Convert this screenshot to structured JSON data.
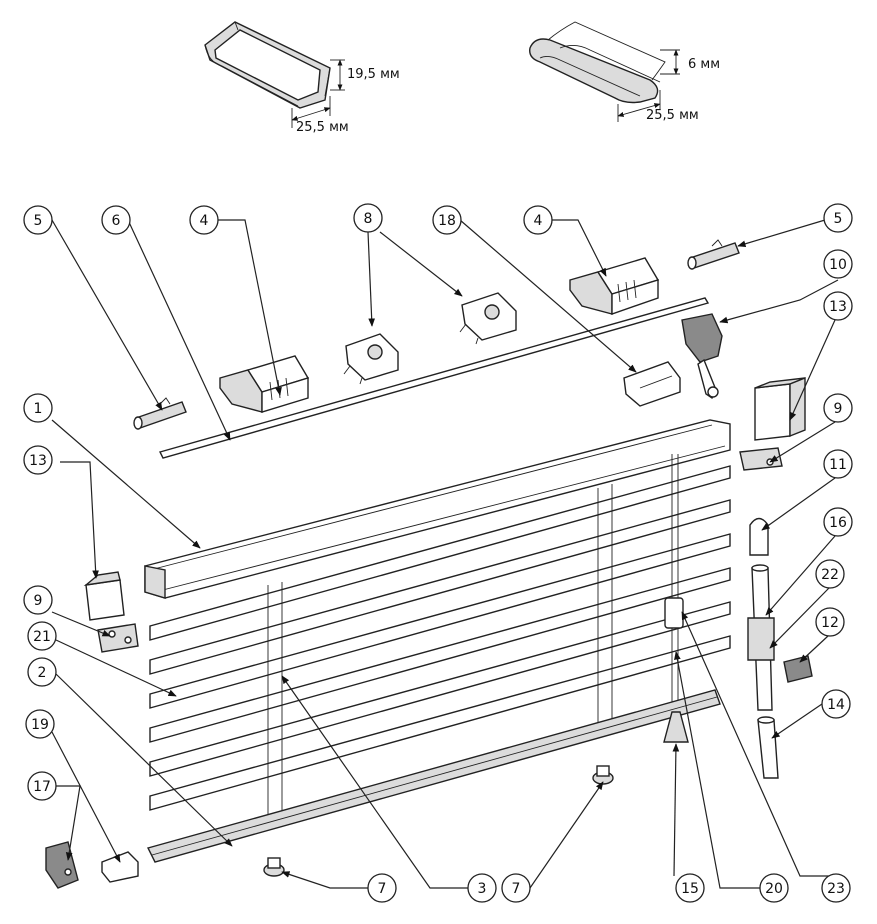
{
  "dimensions": {
    "profile_a_height": "19,5 мм",
    "profile_a_width": "25,5 мм",
    "profile_b_height": "6 мм",
    "profile_b_width": "25,5 мм"
  },
  "callouts": [
    {
      "id": "c1",
      "label": "1"
    },
    {
      "id": "c2",
      "label": "2"
    },
    {
      "id": "c3",
      "label": "3"
    },
    {
      "id": "c4a",
      "label": "4"
    },
    {
      "id": "c4b",
      "label": "4"
    },
    {
      "id": "c5a",
      "label": "5"
    },
    {
      "id": "c5b",
      "label": "5"
    },
    {
      "id": "c6",
      "label": "6"
    },
    {
      "id": "c7a",
      "label": "7"
    },
    {
      "id": "c7b",
      "label": "7"
    },
    {
      "id": "c8",
      "label": "8"
    },
    {
      "id": "c9a",
      "label": "9"
    },
    {
      "id": "c9b",
      "label": "9"
    },
    {
      "id": "c10",
      "label": "10"
    },
    {
      "id": "c11",
      "label": "11"
    },
    {
      "id": "c12",
      "label": "12"
    },
    {
      "id": "c13a",
      "label": "13"
    },
    {
      "id": "c13b",
      "label": "13"
    },
    {
      "id": "c14",
      "label": "14"
    },
    {
      "id": "c15",
      "label": "15"
    },
    {
      "id": "c16",
      "label": "16"
    },
    {
      "id": "c17",
      "label": "17"
    },
    {
      "id": "c18",
      "label": "18"
    },
    {
      "id": "c19",
      "label": "19"
    },
    {
      "id": "c20",
      "label": "20"
    },
    {
      "id": "c21",
      "label": "21"
    },
    {
      "id": "c22",
      "label": "22"
    },
    {
      "id": "c23",
      "label": "23"
    }
  ]
}
